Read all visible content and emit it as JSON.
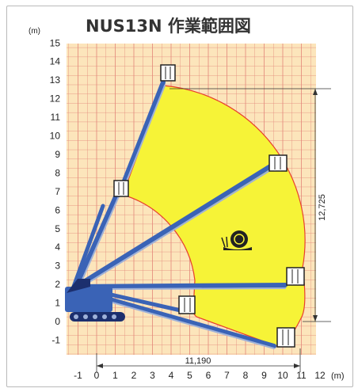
{
  "diagram": {
    "title": "NUS13N 作業範囲図",
    "y_unit": "(m)",
    "x_unit": "(m)",
    "x_ticks": [
      "-1",
      "0",
      "1",
      "2",
      "3",
      "4",
      "5",
      "6",
      "7",
      "8",
      "9",
      "10",
      "11",
      "12"
    ],
    "y_ticks": [
      "15",
      "14",
      "13",
      "12",
      "11",
      "10",
      "9",
      "8",
      "7",
      "6",
      "5",
      "4",
      "3",
      "2",
      "1",
      "0",
      "-1"
    ],
    "dim_horizontal": "11,190",
    "dim_vertical": "12,725",
    "colors": {
      "background_grid": "#fce5bb",
      "grid_line": "#e2867a",
      "work_area": "#f6f337",
      "work_area_outline": "#e8402e",
      "boom": "#3a63b6",
      "boom_light": "#9fb1d8",
      "crawler": "#1c2f6e",
      "icon": "#222222"
    },
    "icons": [
      "snail-icon",
      "basket-icon",
      "crawler-icon"
    ]
  }
}
